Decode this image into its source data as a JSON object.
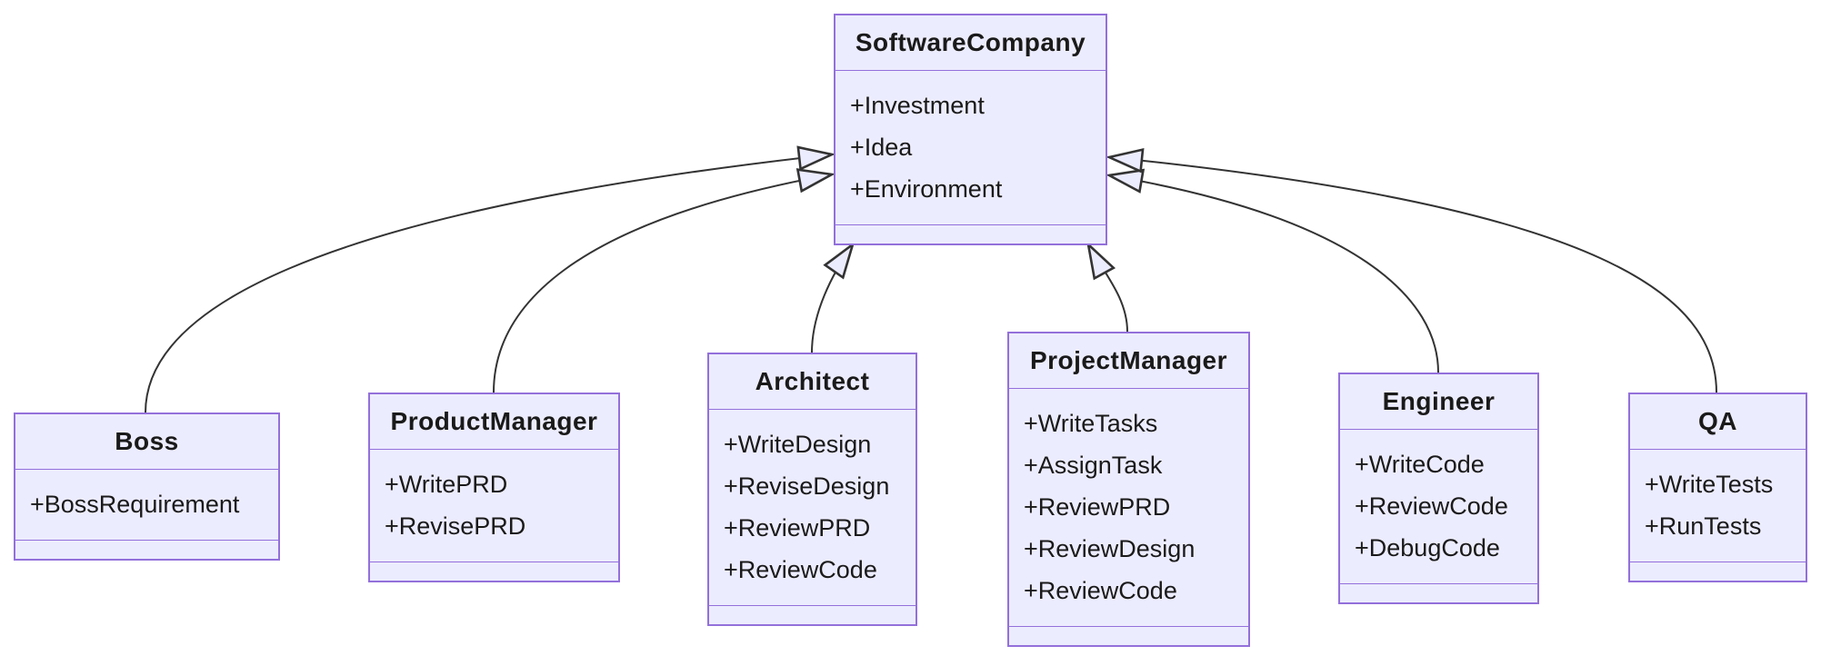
{
  "diagram": {
    "type": "uml-class-diagram",
    "classes": [
      {
        "name": "SoftwareCompany",
        "attributes": [
          "+Investment",
          "+Idea",
          "+Environment"
        ],
        "methods": []
      },
      {
        "name": "Boss",
        "attributes": [
          "+BossRequirement"
        ],
        "methods": []
      },
      {
        "name": "ProductManager",
        "attributes": [
          "+WritePRD",
          "+RevisePRD"
        ],
        "methods": []
      },
      {
        "name": "Architect",
        "attributes": [
          "+WriteDesign",
          "+ReviseDesign",
          "+ReviewPRD",
          "+ReviewCode"
        ],
        "methods": []
      },
      {
        "name": "ProjectManager",
        "attributes": [
          "+WriteTasks",
          "+AssignTask",
          "+ReviewPRD",
          "+ReviewDesign",
          "+ReviewCode"
        ],
        "methods": []
      },
      {
        "name": "Engineer",
        "attributes": [
          "+WriteCode",
          "+ReviewCode",
          "+DebugCode"
        ],
        "methods": []
      },
      {
        "name": "QA",
        "attributes": [
          "+WriteTests",
          "+RunTests"
        ],
        "methods": []
      }
    ],
    "relationships": [
      {
        "from": "Boss",
        "to": "SoftwareCompany",
        "type": "inheritance"
      },
      {
        "from": "ProductManager",
        "to": "SoftwareCompany",
        "type": "inheritance"
      },
      {
        "from": "Architect",
        "to": "SoftwareCompany",
        "type": "inheritance"
      },
      {
        "from": "ProjectManager",
        "to": "SoftwareCompany",
        "type": "inheritance"
      },
      {
        "from": "Engineer",
        "to": "SoftwareCompany",
        "type": "inheritance"
      },
      {
        "from": "QA",
        "to": "SoftwareCompany",
        "type": "inheritance"
      }
    ],
    "colors": {
      "node_fill": "#ECECFF",
      "node_border": "#9370DB",
      "edge_stroke": "#333333",
      "text": "#1a1a1a",
      "background": "#ffffff"
    }
  }
}
